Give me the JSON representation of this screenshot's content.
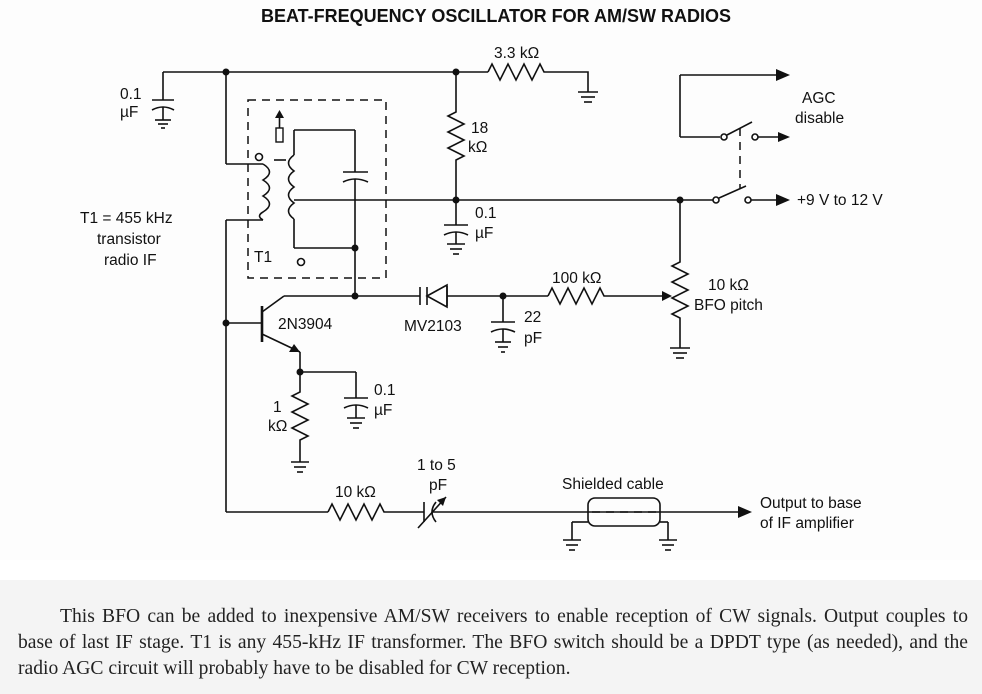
{
  "title": "BEAT-FREQUENCY OSCILLATOR FOR AM/SW RADIOS",
  "labels": {
    "r_3k3": "3.3 kΩ",
    "c_0_1_left_a": "0.1",
    "c_0_1_left_b": "µF",
    "r_18k_a": "18",
    "r_18k_b": "kΩ",
    "agc_a": "AGC",
    "agc_b": "disable",
    "supply": "+9 V to 12 V",
    "c_0_1_mid_a": "0.1",
    "c_0_1_mid_b": "µF",
    "t1_desc_a": "T1 = 455 kHz",
    "t1_desc_b": "transistor",
    "t1_desc_c": "radio IF",
    "t1": "T1",
    "r_100k": "100 kΩ",
    "pot_a": "10 kΩ",
    "pot_b": "BFO pitch",
    "transistor": "2N3904",
    "varactor": "MV2103",
    "c_22p_a": "22",
    "c_22p_b": "pF",
    "c_0_1_emit_a": "0.1",
    "c_0_1_emit_b": "µF",
    "r_1k_a": "1",
    "r_1k_b": "kΩ",
    "trim_a": "1 to 5",
    "trim_b": "pF",
    "r_10k": "10 kΩ",
    "cable": "Shielded cable",
    "out_a": "Output to base",
    "out_b": "of IF amplifier"
  },
  "caption": "This BFO can be added to inexpensive AM/SW receivers to enable reception of CW signals. Output couples to base of last IF stage. T1 is any 455-kHz IF transformer. The BFO switch should be a DPDT type (as needed), and the radio AGC circuit will probably have to be disabled for CW reception."
}
